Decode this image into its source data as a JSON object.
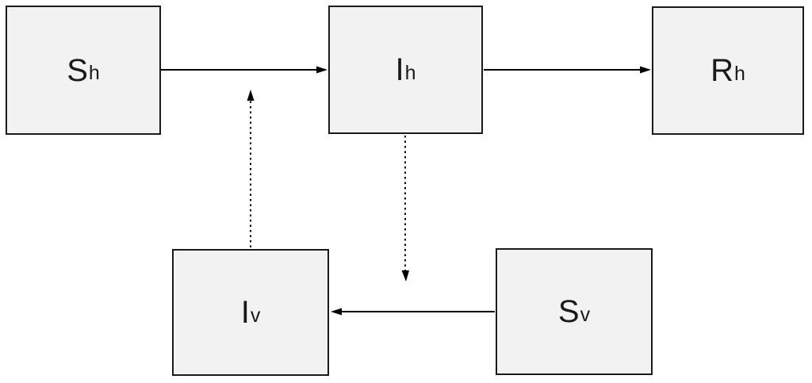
{
  "diagram": {
    "type": "compartment-flow-diagram",
    "nodes": {
      "sh": {
        "main": "S",
        "sub": "h"
      },
      "ih": {
        "main": "I",
        "sub": "h"
      },
      "rh": {
        "main": "R",
        "sub": "h"
      },
      "iv": {
        "main": "I",
        "sub": "v"
      },
      "sv": {
        "main": "S",
        "sub": "v"
      }
    },
    "edges": [
      {
        "from": "Sh",
        "to": "Ih",
        "style": "solid"
      },
      {
        "from": "Ih",
        "to": "Rh",
        "style": "solid"
      },
      {
        "from": "Sv",
        "to": "Iv",
        "style": "solid"
      },
      {
        "from": "Iv",
        "to": "Sh-Ih arrow",
        "style": "dashed"
      },
      {
        "from": "Ih",
        "to": "Iv",
        "style": "dashed"
      }
    ],
    "colors": {
      "background": "#ffffff",
      "node_fill": "#f2f2f2",
      "node_border": "#1a1a1a",
      "arrow": "#000000"
    }
  }
}
